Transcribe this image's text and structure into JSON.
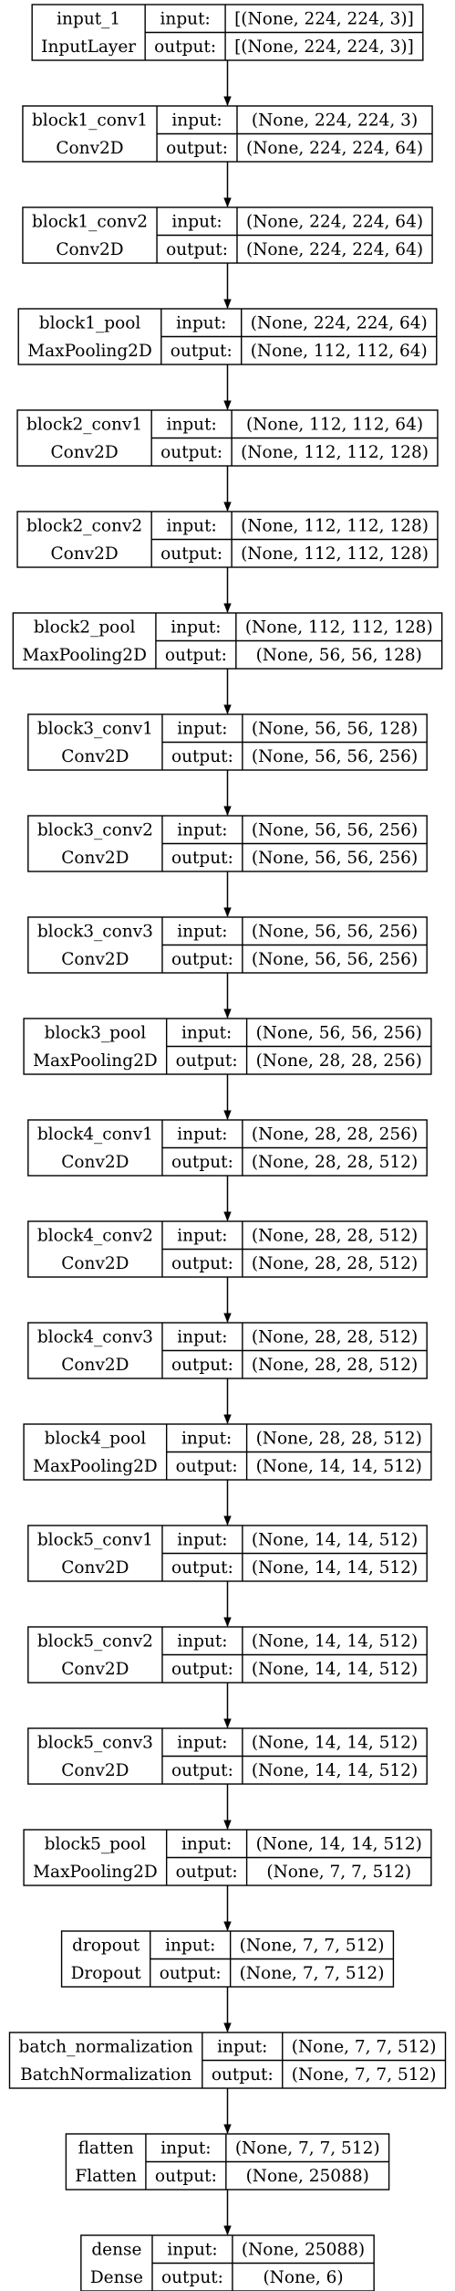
{
  "labels": {
    "input": "input:",
    "output": "output:"
  },
  "layers": [
    {
      "name": "input_1",
      "type": "InputLayer",
      "input": "[(None, 224, 224, 3)]",
      "output": "[(None, 224, 224, 3)]"
    },
    {
      "name": "block1_conv1",
      "type": "Conv2D",
      "input": "(None, 224, 224, 3)",
      "output": "(None, 224, 224, 64)"
    },
    {
      "name": "block1_conv2",
      "type": "Conv2D",
      "input": "(None, 224, 224, 64)",
      "output": "(None, 224, 224, 64)"
    },
    {
      "name": "block1_pool",
      "type": "MaxPooling2D",
      "input": "(None, 224, 224, 64)",
      "output": "(None, 112, 112, 64)"
    },
    {
      "name": "block2_conv1",
      "type": "Conv2D",
      "input": "(None, 112, 112, 64)",
      "output": "(None, 112, 112, 128)"
    },
    {
      "name": "block2_conv2",
      "type": "Conv2D",
      "input": "(None, 112, 112, 128)",
      "output": "(None, 112, 112, 128)"
    },
    {
      "name": "block2_pool",
      "type": "MaxPooling2D",
      "input": "(None, 112, 112, 128)",
      "output": "(None, 56, 56, 128)"
    },
    {
      "name": "block3_conv1",
      "type": "Conv2D",
      "input": "(None, 56, 56, 128)",
      "output": "(None, 56, 56, 256)"
    },
    {
      "name": "block3_conv2",
      "type": "Conv2D",
      "input": "(None, 56, 56, 256)",
      "output": "(None, 56, 56, 256)"
    },
    {
      "name": "block3_conv3",
      "type": "Conv2D",
      "input": "(None, 56, 56, 256)",
      "output": "(None, 56, 56, 256)"
    },
    {
      "name": "block3_pool",
      "type": "MaxPooling2D",
      "input": "(None, 56, 56, 256)",
      "output": "(None, 28, 28, 256)"
    },
    {
      "name": "block4_conv1",
      "type": "Conv2D",
      "input": "(None, 28, 28, 256)",
      "output": "(None, 28, 28, 512)"
    },
    {
      "name": "block4_conv2",
      "type": "Conv2D",
      "input": "(None, 28, 28, 512)",
      "output": "(None, 28, 28, 512)"
    },
    {
      "name": "block4_conv3",
      "type": "Conv2D",
      "input": "(None, 28, 28, 512)",
      "output": "(None, 28, 28, 512)"
    },
    {
      "name": "block4_pool",
      "type": "MaxPooling2D",
      "input": "(None, 28, 28, 512)",
      "output": "(None, 14, 14, 512)"
    },
    {
      "name": "block5_conv1",
      "type": "Conv2D",
      "input": "(None, 14, 14, 512)",
      "output": "(None, 14, 14, 512)"
    },
    {
      "name": "block5_conv2",
      "type": "Conv2D",
      "input": "(None, 14, 14, 512)",
      "output": "(None, 14, 14, 512)"
    },
    {
      "name": "block5_conv3",
      "type": "Conv2D",
      "input": "(None, 14, 14, 512)",
      "output": "(None, 14, 14, 512)"
    },
    {
      "name": "block5_pool",
      "type": "MaxPooling2D",
      "input": "(None, 14, 14, 512)",
      "output": "(None, 7, 7, 512)"
    },
    {
      "name": "dropout",
      "type": "Dropout",
      "input": "(None, 7, 7, 512)",
      "output": "(None, 7, 7, 512)"
    },
    {
      "name": "batch_normalization",
      "type": "BatchNormalization",
      "input": "(None, 7, 7, 512)",
      "output": "(None, 7, 7, 512)"
    },
    {
      "name": "flatten",
      "type": "Flatten",
      "input": "(None, 7, 7, 512)",
      "output": "(None, 25088)"
    },
    {
      "name": "dense",
      "type": "Dense",
      "input": "(None, 25088)",
      "output": "(None, 6)"
    }
  ]
}
